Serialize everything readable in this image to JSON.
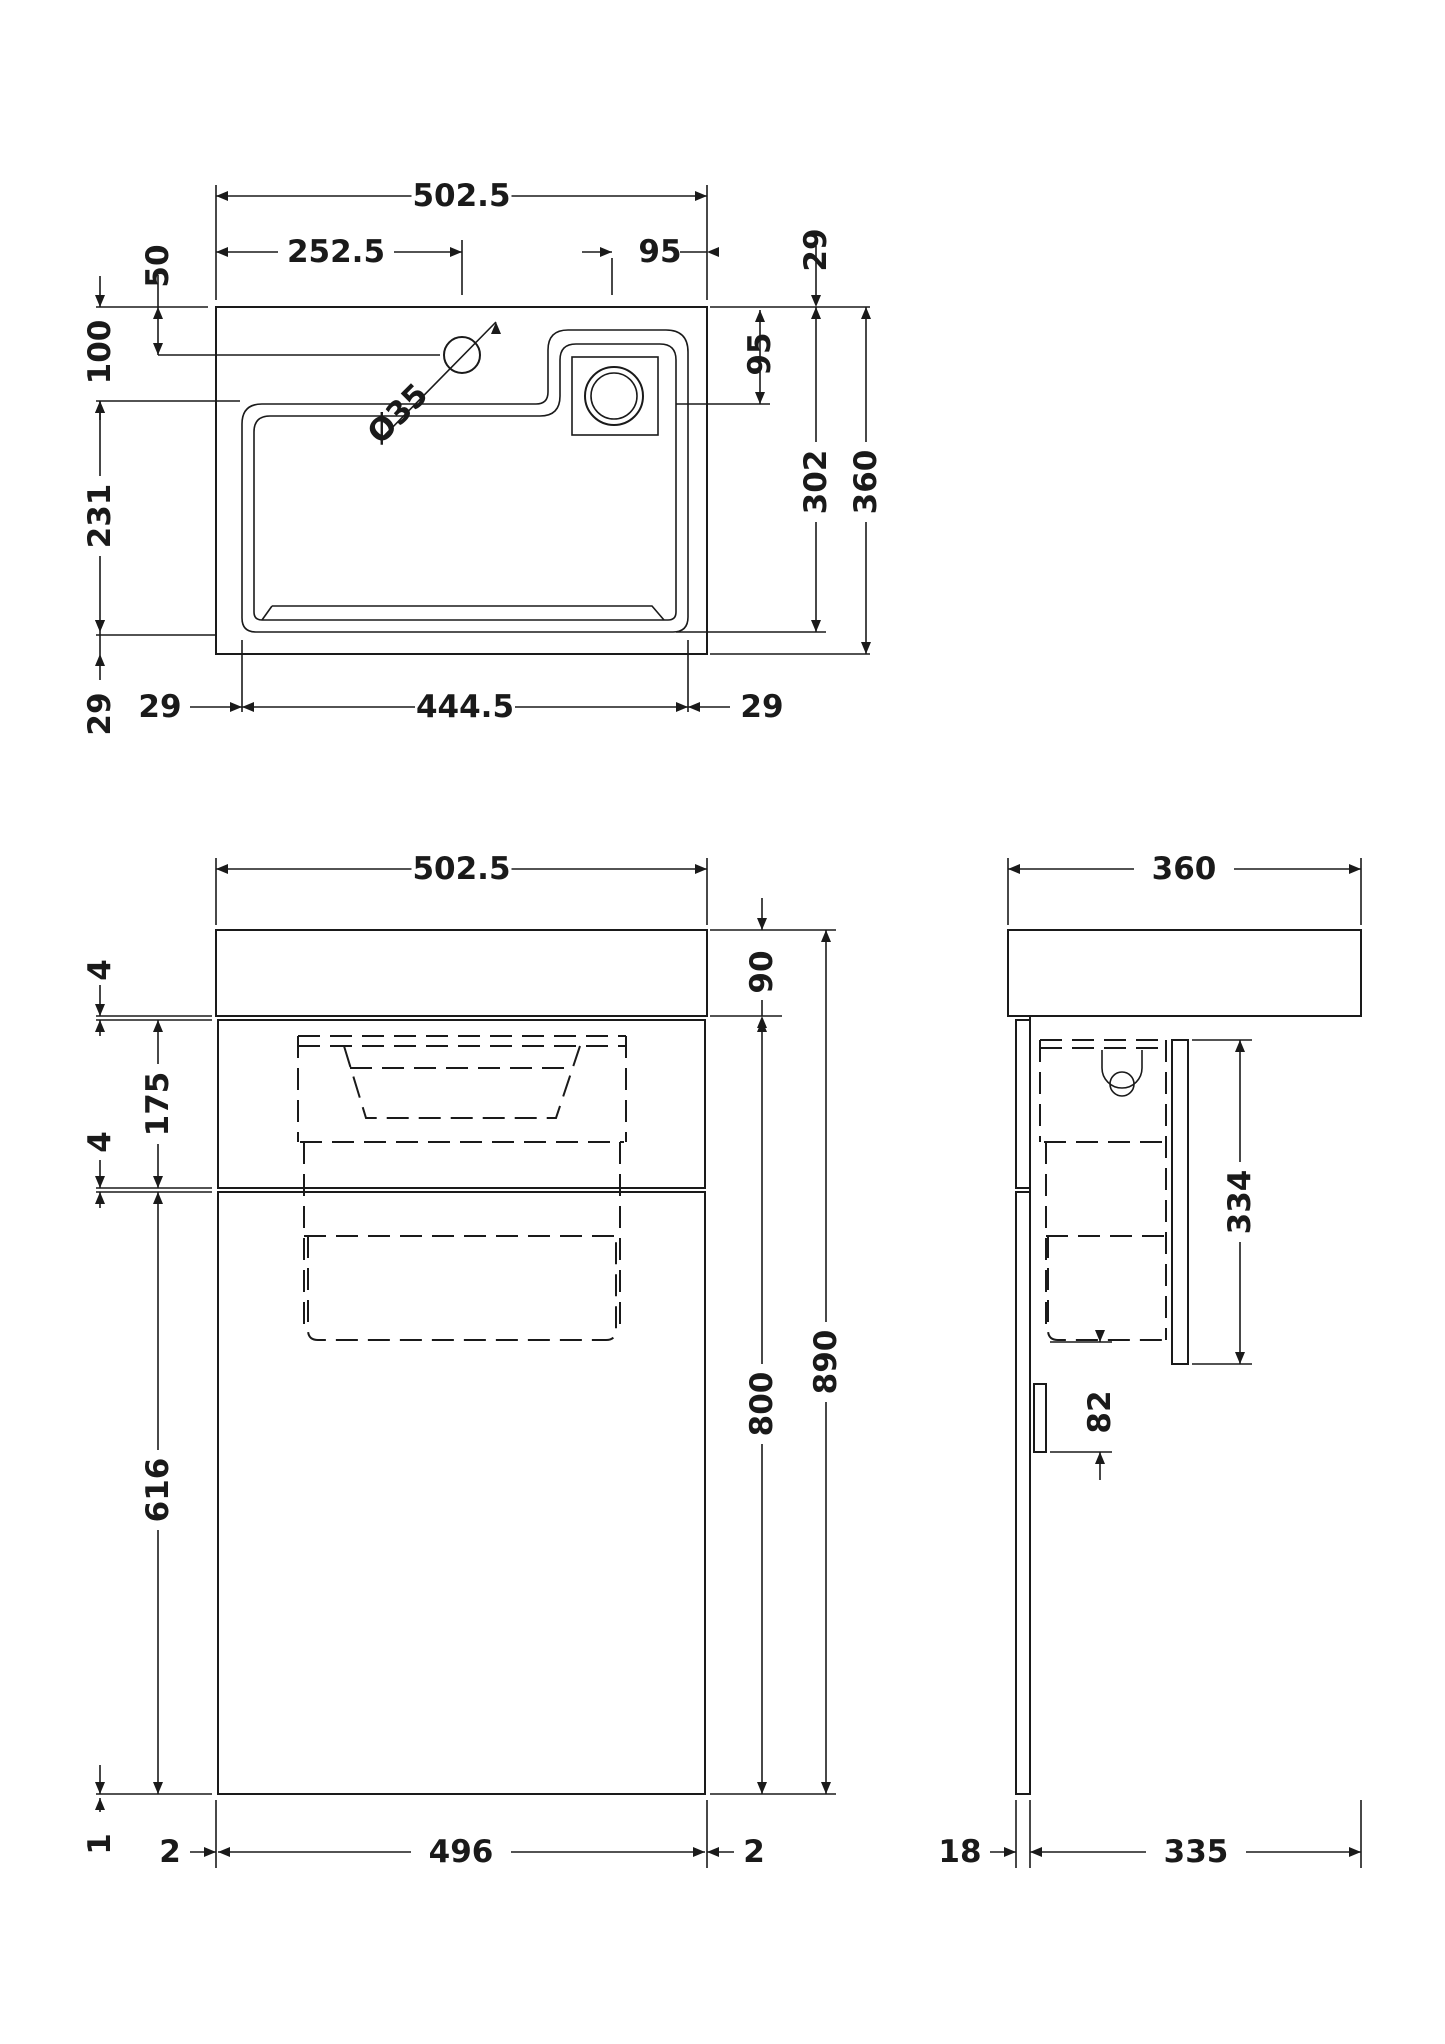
{
  "colors": {
    "line": "#1a1a1a",
    "background": "#ffffff"
  },
  "plan": {
    "overall_width": "502.5",
    "tap_offset": "252.5",
    "right_offset": "95",
    "top_offset": "50",
    "tap_to_bowl": "100",
    "bowl_depth": "231",
    "front_rim": "29",
    "left_rim": "29",
    "bowl_width": "444.5",
    "right_rim": "29",
    "back_rim": "29",
    "waste_offset": "95",
    "inner_depth": "302",
    "overall_depth": "360",
    "tap_hole": "Ø35"
  },
  "front": {
    "overall_width": "502.5",
    "basin_height": "90",
    "gap_top": "4",
    "drawer_height": "175",
    "gap_mid": "4",
    "door_height": "616",
    "bottom_gap": "1",
    "left_gap": "2",
    "cabinet_width": "496",
    "right_gap": "2",
    "cabinet_height": "800",
    "overall_height": "890"
  },
  "side": {
    "overall_depth": "360",
    "waste_height": "334",
    "handle_height": "82",
    "door_thickness": "18",
    "cabinet_depth": "335"
  }
}
